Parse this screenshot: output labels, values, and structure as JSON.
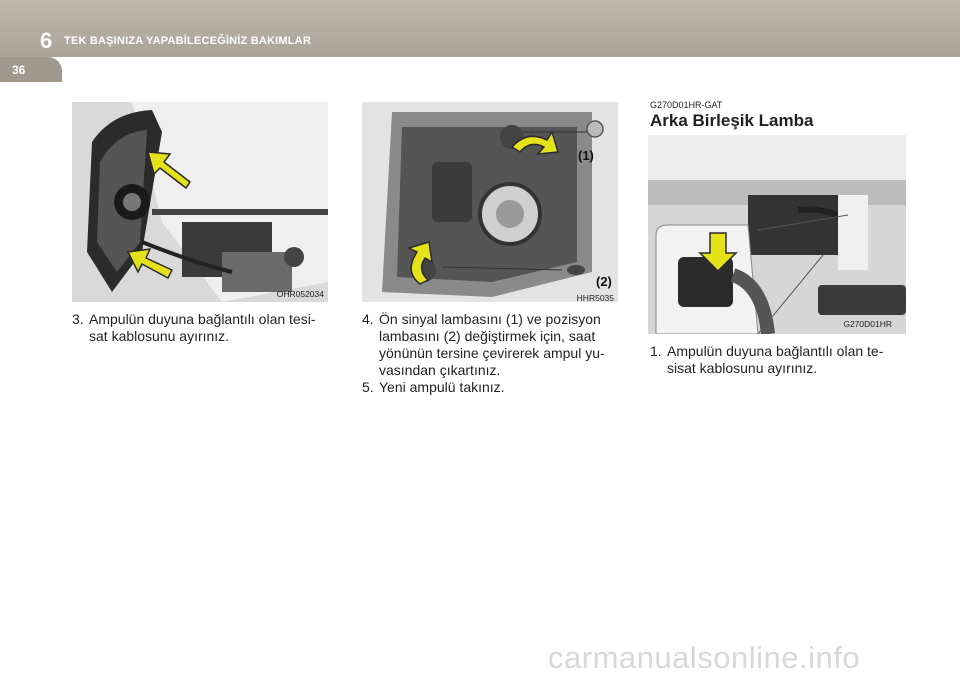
{
  "header": {
    "chapter_number": "6",
    "chapter_title": "TEK BAŞINIZA YAPABİLECEĞİNİZ BAKIMLAR",
    "page_number": "36"
  },
  "figures": [
    {
      "code": "OHR052034",
      "labels": []
    },
    {
      "code": "HHR5035",
      "labels": [
        "(1)",
        "(2)"
      ]
    },
    {
      "code": "G270D01HR",
      "labels": []
    }
  ],
  "section": {
    "code": "G270D01HR-GAT",
    "title": "Arka Birleşik Lamba"
  },
  "steps": {
    "col1": [
      {
        "num": "3.",
        "line1": "Ampulün duyuna bağlantılı olan tesi-",
        "line2": "sat kablosunu ayırınız."
      }
    ],
    "col2": [
      {
        "num": "4.",
        "line1": "Ön sinyal lambasını (1) ve pozisyon",
        "line2": "lambasını (2) değiştirmek için, saat",
        "line3": "yönünün tersine çevirerek ampul yu-",
        "line4": "vasından çıkartınız."
      },
      {
        "num": "5.",
        "line1": "Yeni ampulü takınız."
      }
    ],
    "col3": [
      {
        "num": "1.",
        "line1": "Ampulün duyuna bağlantılı olan te-",
        "line2": "sisat kablosunu ayırınız."
      }
    ]
  },
  "watermark": "carmanualsonline.info",
  "colors": {
    "header": "#b5b0a6",
    "arrow_yellow": "#e6e21a",
    "arrow_outline": "#2a2a2a"
  }
}
